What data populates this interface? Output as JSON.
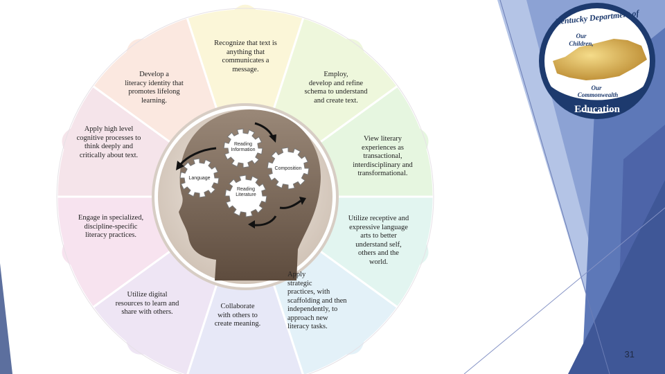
{
  "puzzle_pieces": [
    {
      "id": "recognize",
      "text": "Recognize that text is\nanything that\ncommunicates a\nmessage."
    },
    {
      "id": "employ",
      "text": "Employ,\ndevelop and refine\nschema to understand\nand create text."
    },
    {
      "id": "view",
      "text": "View literary\nexperiences as\ntransactional,\ninterdisciplinary and\ntransformational."
    },
    {
      "id": "utilize-language",
      "text": "Utilize receptive and\nexpressive language\narts to better\nunderstand self,\nothers and the\nworld."
    },
    {
      "id": "apply-strategic",
      "text": "Apply\nstrategic\npractices, with\nscaffolding and then\nindependently, to\napproach new\nliteracy tasks."
    },
    {
      "id": "collaborate",
      "text": "Collaborate\nwith others to\ncreate meaning."
    },
    {
      "id": "digital",
      "text": "Utilize digital\nresources to learn and\nshare with others."
    },
    {
      "id": "specialized",
      "text": "Engage in specialized,\ndiscipline-specific\nliteracy practices."
    },
    {
      "id": "high-level",
      "text": "Apply high level\ncognitive processes to\nthink deeply and\ncritically about text."
    },
    {
      "id": "identity",
      "text": "Develop a\nliteracy identity that\npromotes lifelong\nlearning."
    }
  ],
  "gears": {
    "reading_informational": "Reading\nInformation",
    "composition": "Composition",
    "language": "Language",
    "reading_literature": "Reading\nLiterature"
  },
  "logo": {
    "arc_text": "Kentucky Department of",
    "tagline_1": "Our",
    "tagline_2": "Children,",
    "tagline_3": "Our",
    "tagline_4": "Commonwealth",
    "bottom_text": "Education"
  },
  "page_number": "31",
  "colors": {
    "wedge_recognize": "#fbf6d8",
    "wedge_employ": "#eef7dc",
    "wedge_view": "#e6f6e0",
    "wedge_utilize": "#e2f5f0",
    "wedge_apply": "#e3f1f8",
    "wedge_collaborate": "#e7e8f7",
    "wedge_digital": "#eee5f4",
    "wedge_specialized": "#f7e3ef",
    "wedge_high_level": "#f5e4ea",
    "wedge_identity": "#fbe8e0",
    "head_brown": "#8a7868",
    "accent_blue": "#4a5fa8"
  }
}
